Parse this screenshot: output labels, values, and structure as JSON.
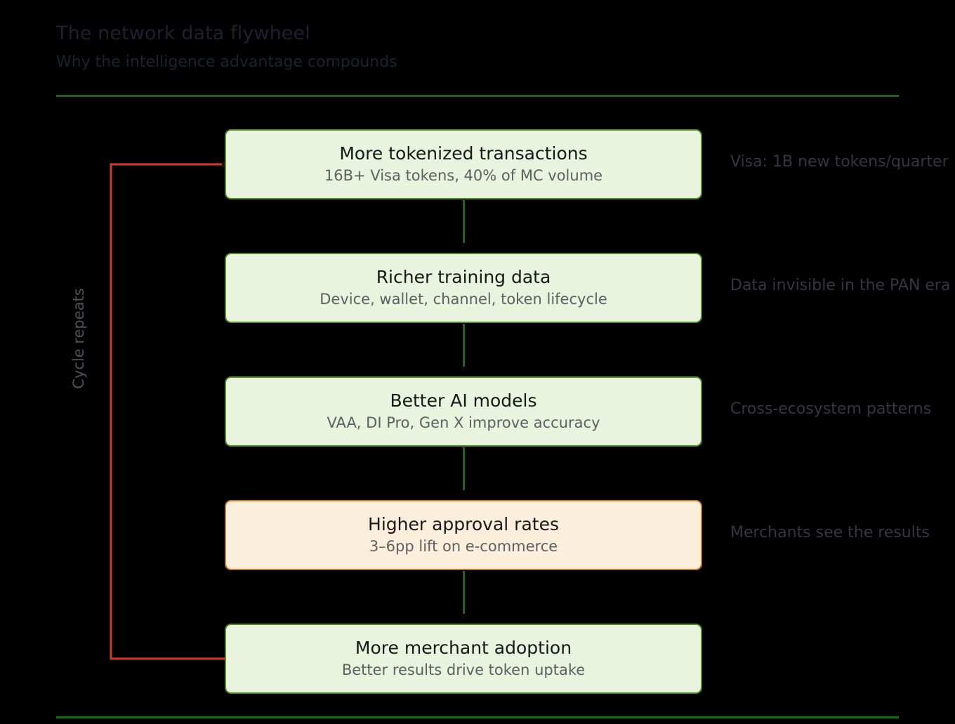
{
  "header": {
    "title": "The network data flywheel",
    "subtitle": "Why the intelligence advantage compounds"
  },
  "colors": {
    "background": "#000000",
    "rule": "#146b14",
    "node_green_fill": "#eaf3dd",
    "node_green_border": "#4e8c22",
    "node_peach_fill": "#fbeeda",
    "node_peach_border": "#c8762a",
    "connector": "#147014",
    "loop": "#c0392b",
    "title_text": "#1b2230",
    "node_title_text": "#16181c",
    "node_sub_text": "#5c5f63",
    "annotation_text": "#34383d"
  },
  "loop": {
    "label": "Cycle repeats"
  },
  "chart_data": {
    "type": "diagram",
    "title": "The network data flywheel",
    "subtitle": "Why the intelligence advantage compounds",
    "layout": "vertical-cycle",
    "nodes": [
      {
        "id": "tokenized-transactions",
        "title": "More tokenized transactions",
        "subtitle": "16B+ Visa tokens, 40% of MC volume",
        "style": "green",
        "annotation": "Visa: 1B new tokens/quarter"
      },
      {
        "id": "richer-training-data",
        "title": "Richer training data",
        "subtitle": "Device, wallet, channel, token lifecycle",
        "style": "green",
        "annotation": "Data invisible in the PAN era"
      },
      {
        "id": "better-ai-models",
        "title": "Better AI models",
        "subtitle": "VAA, DI Pro, Gen X improve accuracy",
        "style": "green",
        "annotation": "Cross-ecosystem patterns"
      },
      {
        "id": "higher-approval-rates",
        "title": "Higher approval rates",
        "subtitle": "3–6pp lift on e-commerce",
        "style": "peach",
        "annotation": "Merchants see the results"
      },
      {
        "id": "more-merchant-adoption",
        "title": "More merchant adoption",
        "subtitle": "Better results drive token uptake",
        "style": "green",
        "annotation": ""
      }
    ],
    "edges": [
      {
        "from": "tokenized-transactions",
        "to": "richer-training-data",
        "color": "#147014"
      },
      {
        "from": "richer-training-data",
        "to": "better-ai-models",
        "color": "#147014"
      },
      {
        "from": "better-ai-models",
        "to": "higher-approval-rates",
        "color": "#147014"
      },
      {
        "from": "higher-approval-rates",
        "to": "more-merchant-adoption",
        "color": "#147014"
      },
      {
        "from": "more-merchant-adoption",
        "to": "tokenized-transactions",
        "color": "#c0392b",
        "label": "Cycle repeats",
        "kind": "feedback"
      }
    ]
  }
}
